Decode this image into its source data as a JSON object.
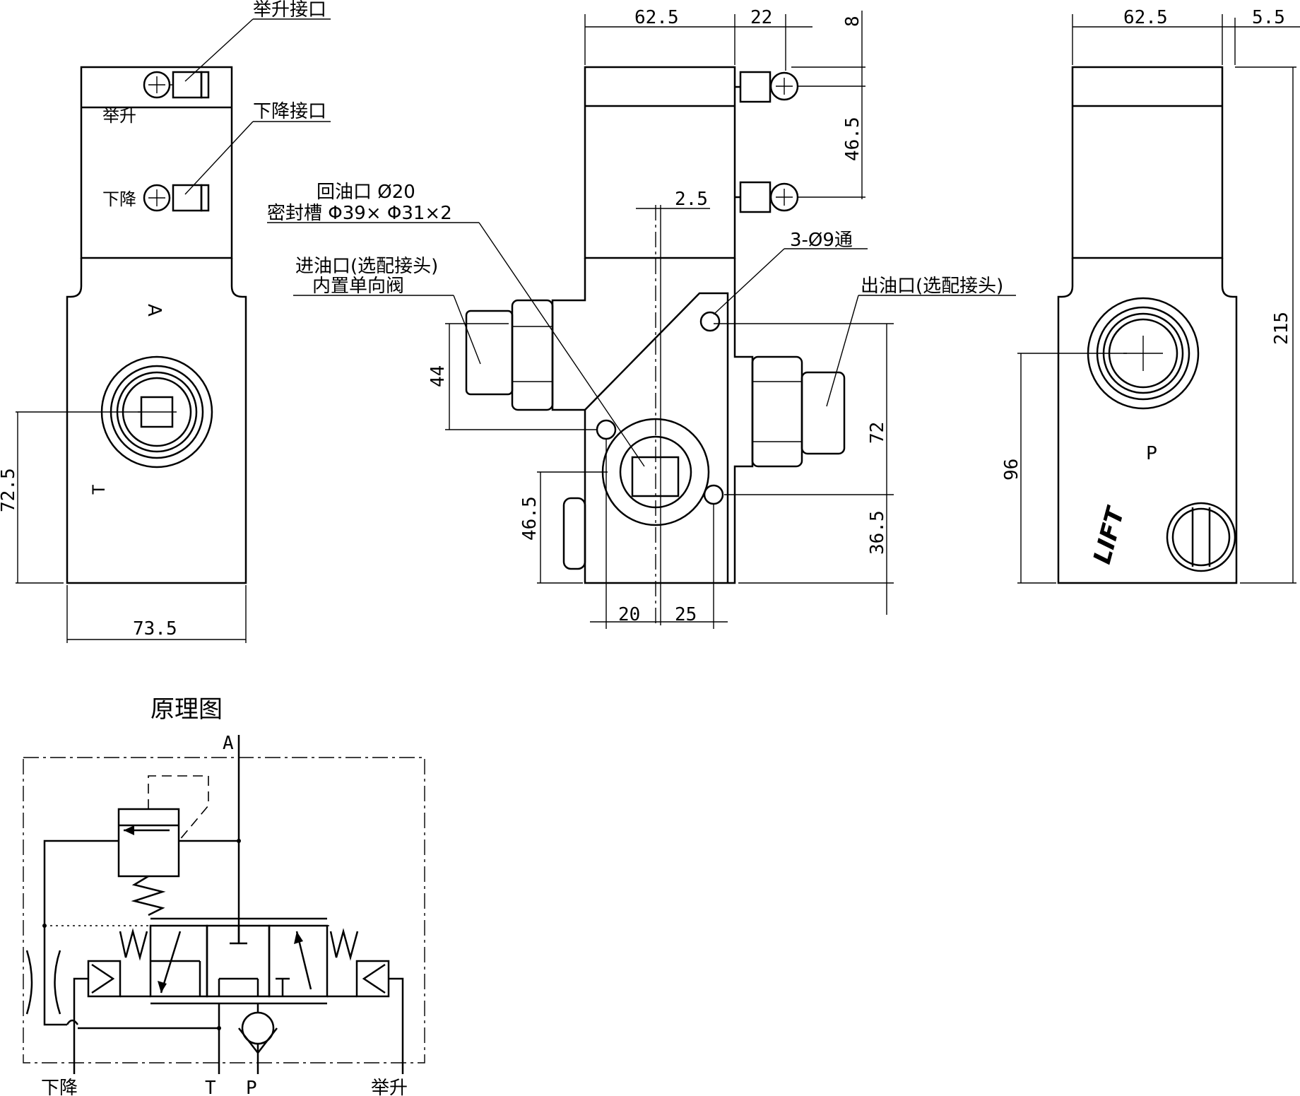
{
  "labels": {
    "lift_port": "举升接口",
    "lower_port": "下降接口",
    "return_port": "回油口 Ø20",
    "seal_groove": "密封槽 Φ39× Φ31×2",
    "inlet_port": "进油口(选配接头)",
    "check_valve": "内置单向阀",
    "through_holes": "3-Ø9通",
    "outlet_port": "出油口(选配接头)",
    "schematic_title": "原理图"
  },
  "dims": {
    "front_width": "73.5",
    "front_height": "72.5",
    "side_width": "62.5",
    "side_right": "22",
    "top_gap": "8",
    "port_spacing": "46.5",
    "small_gap": "2.5",
    "inlet_size": "44",
    "outlet_span": "72",
    "lower_span": "36.5",
    "left_height": "46.5",
    "bottom_left": "20",
    "bottom_right": "25",
    "right_width": "62.5",
    "right_offset": "5.5",
    "total_height": "215",
    "right_height": "96"
  },
  "body_marks": {
    "lift_mark": "举升",
    "lower_mark": "下降",
    "a_mark": "A",
    "t_mark": "T",
    "p_mark": "P",
    "logo": "LIFT"
  },
  "schematic": {
    "port_a": "A",
    "port_t": "T",
    "port_p": "P",
    "label_lower": "下降",
    "label_lift": "举升"
  }
}
